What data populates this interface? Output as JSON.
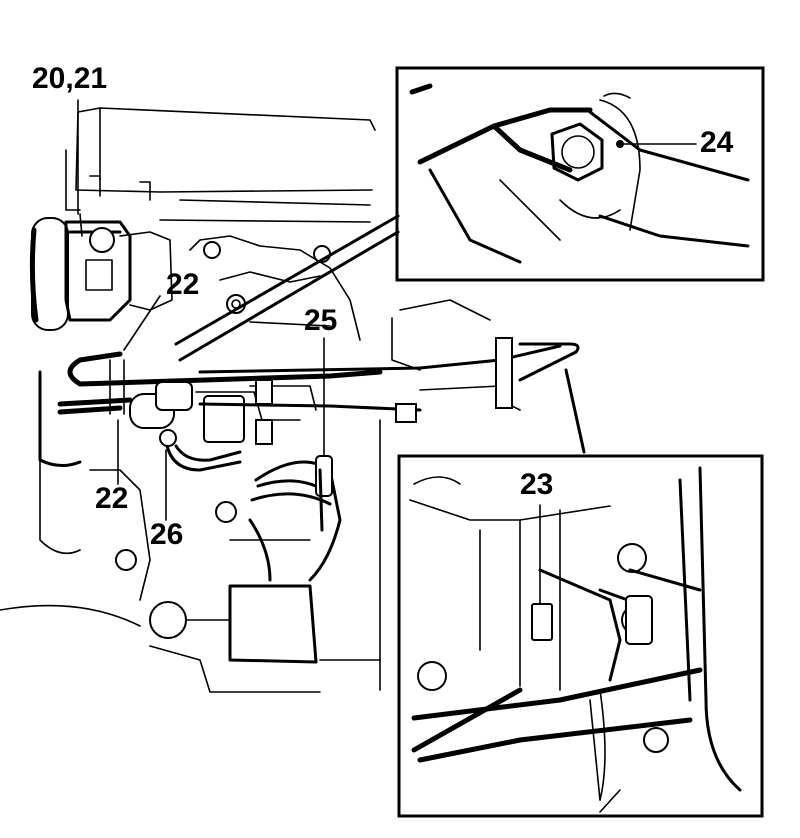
{
  "callouts": {
    "c2021": "20,21",
    "c22a": "22",
    "c22b": "22",
    "c25": "25",
    "c26": "26",
    "c23": "23",
    "c24": "24"
  },
  "colors": {
    "ink": "#000000",
    "paper": "#ffffff"
  }
}
